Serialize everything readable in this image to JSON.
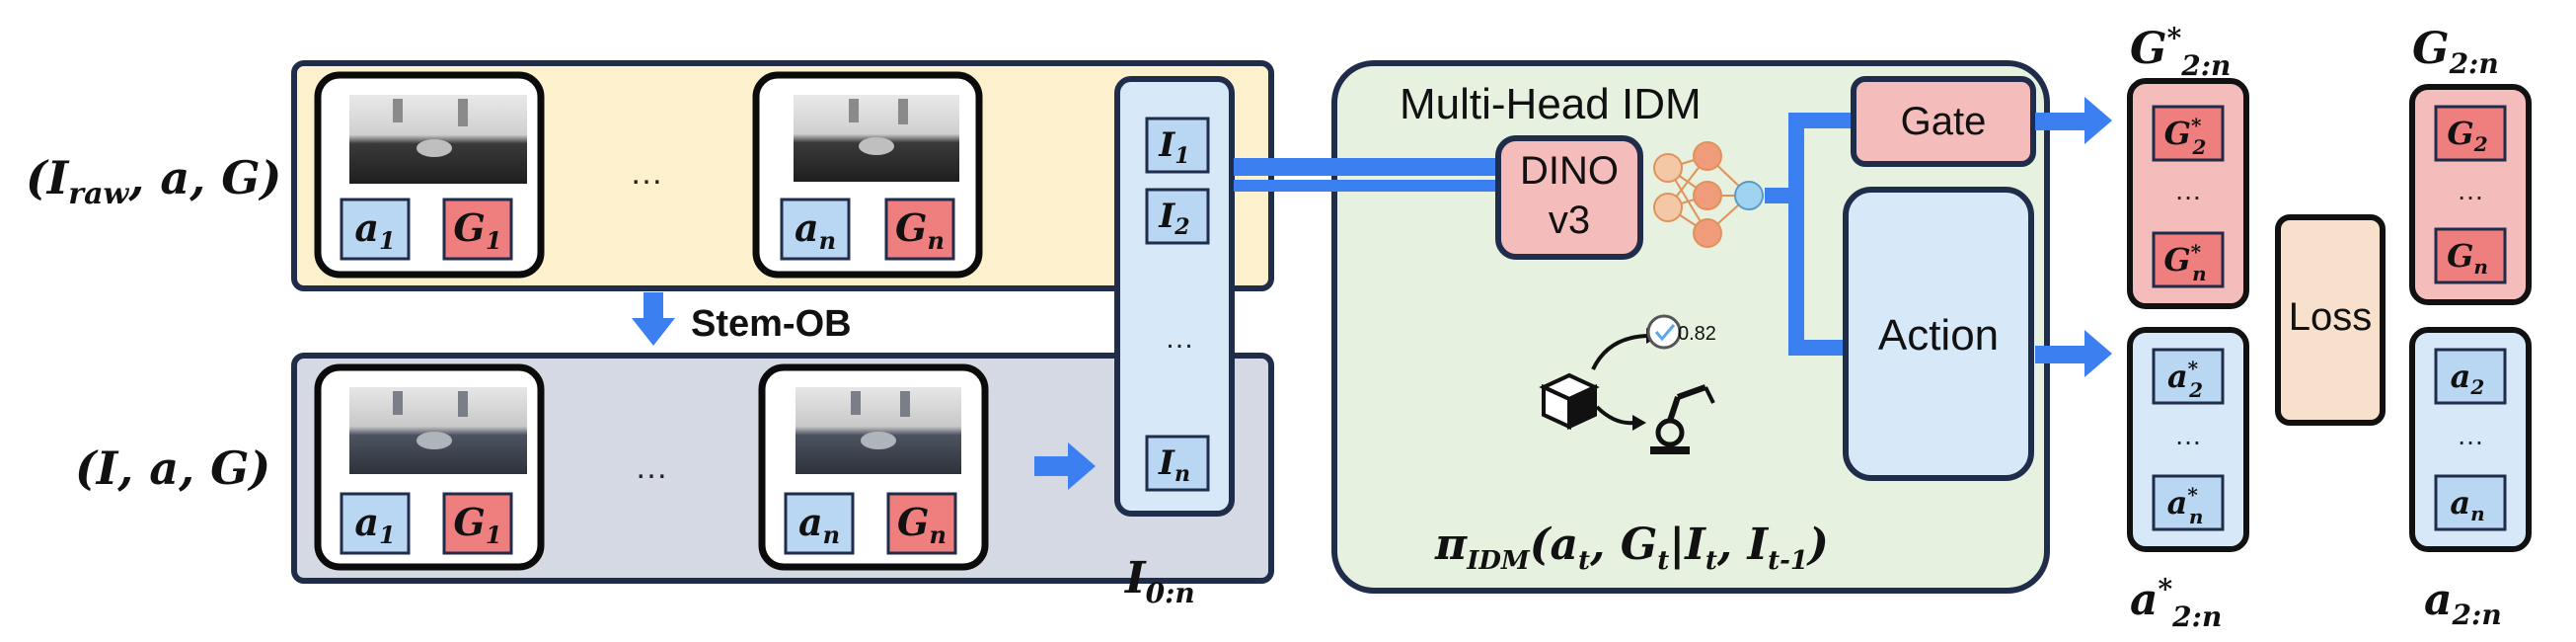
{
  "colors": {
    "accent_blue": "#3b7ff0",
    "raw_panel_fill": "#fdf1cd",
    "ob_panel_fill": "#d5d9e3",
    "frame_stroke": "#1f2d4a",
    "action_fill": "#b9d7f2",
    "gate_fill": "#ef7f7f",
    "idm_fill": "#e6f1df",
    "gate_block_fill": "#f5bcbc",
    "action_block_fill": "#d7e9f8",
    "loss_fill": "#f7e0cc"
  },
  "left": {
    "row1_label": {
      "base": "(",
      "I": "I",
      "sub": "raw",
      "rest": ", a, G)"
    },
    "row2_label": "(I, a, G)",
    "frame_first": {
      "a_base": "a",
      "a_sub": "1",
      "g_base": "G",
      "g_sub": "1"
    },
    "frame_last": {
      "a_base": "a",
      "a_sub": "n",
      "g_base": "G",
      "g_sub": "n"
    },
    "ellipsis": "…",
    "stem_label": "Stem-OB"
  },
  "image_stack": {
    "items": [
      {
        "base": "I",
        "sub": "1"
      },
      {
        "base": "I",
        "sub": "2"
      },
      {
        "base": "I",
        "sub": "n"
      }
    ],
    "ellipsis": "…",
    "caption_base": "I",
    "caption_sub": "0:n"
  },
  "idm": {
    "title": "Multi-Head IDM",
    "backbone_line1": "DINO",
    "backbone_line2": "v3",
    "confidence": "0.82",
    "formula": {
      "pi": "π",
      "sub": "IDM",
      "args": "(a",
      "t": "t",
      "g": ", G",
      "bar": "|I",
      "i_t": "t",
      "comma": ", I",
      "prev": "t-1",
      "close": ")"
    }
  },
  "heads": {
    "gate": "Gate",
    "action": "Action"
  },
  "outputs": {
    "gate_pred": {
      "label_base": "G",
      "label_sup": "*",
      "label_sub": "2:n",
      "first_sub": "2",
      "last_sub": "n",
      "ellipsis": "…"
    },
    "action_pred": {
      "label_base": "a",
      "label_sup": "*",
      "label_sub": "2:n",
      "first_sub": "2",
      "last_sub": "n",
      "ellipsis": "…"
    },
    "gate_gt": {
      "label_base": "G",
      "label_sub": "2:n",
      "first_sub": "2",
      "last_sub": "n",
      "ellipsis": "…"
    },
    "action_gt": {
      "label_base": "a",
      "label_sub": "2:n",
      "first_sub": "2",
      "last_sub": "n",
      "ellipsis": "…"
    },
    "loss": "Loss"
  }
}
